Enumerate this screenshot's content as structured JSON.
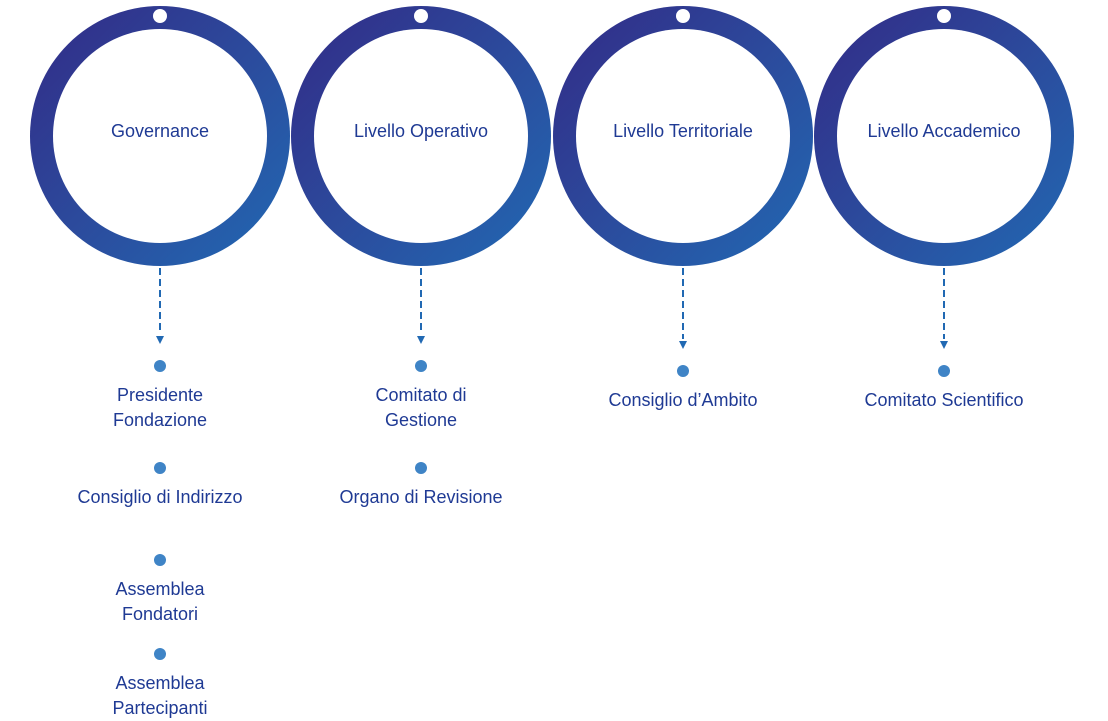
{
  "diagram": {
    "colors": {
      "ring_gradient_start": "#322a86",
      "ring_gradient_end": "#2169b3",
      "text": "#1f3a94",
      "bullet": "#3f84c6",
      "connector": "#2169b3"
    },
    "columns": [
      {
        "title": "Governance",
        "items": [
          {
            "label": "Presidente Fondazione",
            "lines": [
              "Presidente",
              "Fondazione"
            ]
          },
          {
            "label": "Consiglio di Indirizzo",
            "lines": [
              "Consiglio di Indirizzo"
            ]
          },
          {
            "label": "Assemblea Fondatori",
            "lines": [
              "Assemblea",
              "Fondatori"
            ]
          },
          {
            "label": "Assemblea Partecipanti",
            "lines": [
              "Assemblea",
              "Partecipanti"
            ]
          }
        ]
      },
      {
        "title": "Livello Operativo",
        "items": [
          {
            "label": "Comitato di Gestione",
            "lines": [
              "Comitato di",
              "Gestione"
            ]
          },
          {
            "label": "Organo di Revisione",
            "lines": [
              "Organo di Revisione"
            ]
          }
        ]
      },
      {
        "title": "Livello Territoriale",
        "items": [
          {
            "label": "Consiglio d’Ambito",
            "lines": [
              "Consiglio d’Ambito"
            ]
          }
        ]
      },
      {
        "title": "Livello Accademico",
        "items": [
          {
            "label": "Comitato Scientifico",
            "lines": [
              "Comitato Scientifico"
            ]
          }
        ]
      }
    ]
  }
}
